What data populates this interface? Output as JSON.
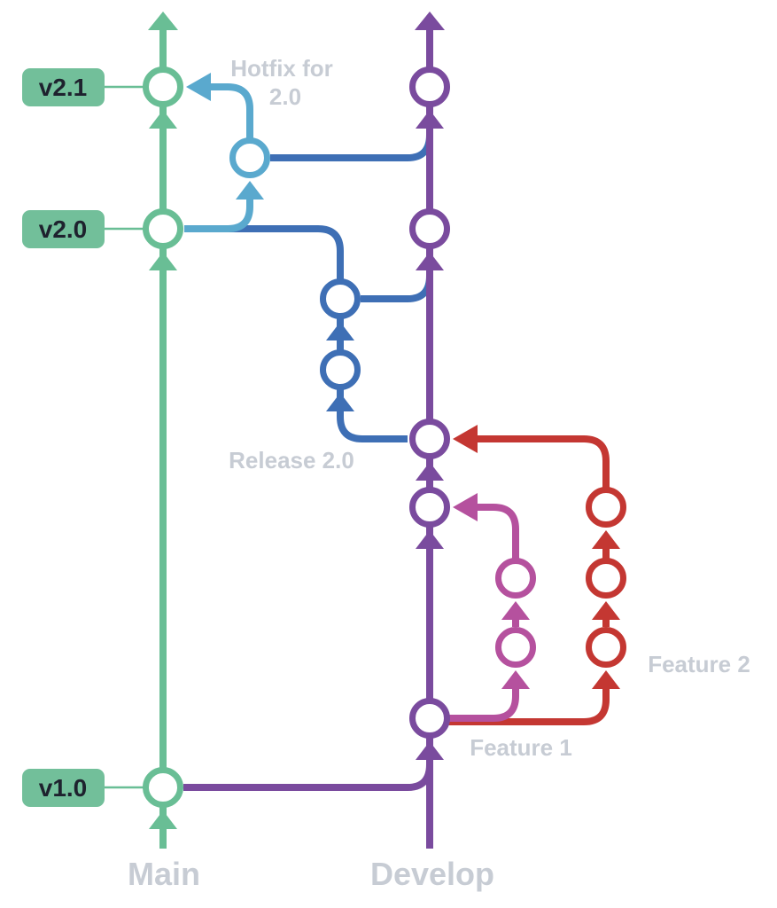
{
  "meta": {
    "description": "Git Flow branching diagram showing Main, Develop, Hotfix, Release and Feature branches with version tags"
  },
  "colors": {
    "main": "#69BE95",
    "develop": "#7A4B9E",
    "hotfix": "#5AA9CE",
    "release": "#3E6FB5",
    "feature1": "#B5519E",
    "feature2": "#C43732",
    "labelGray": "#C7CCD4",
    "tagBg": "#72BF9A",
    "tagText": "#1E222E",
    "nodeFill": "#FFFFFF",
    "background": "#FFFFFF"
  },
  "tags": {
    "v21": "v2.1",
    "v20": "v2.0",
    "v10": "v1.0"
  },
  "labels": {
    "main": "Main",
    "develop": "Develop",
    "hotfix_line1": "Hotfix for",
    "hotfix_line2": "2.0",
    "release": "Release 2.0",
    "feature1": "Feature 1",
    "feature2": "Feature 2"
  },
  "diagram": {
    "branches": [
      {
        "name": "Main",
        "color": "#69BE95",
        "commit_count": 3,
        "tags": [
          "v1.0",
          "v2.0",
          "v2.1"
        ]
      },
      {
        "name": "Develop",
        "color": "#7A4B9E",
        "commit_count": 5
      },
      {
        "name": "Hotfix for 2.0",
        "color": "#5AA9CE",
        "commit_count": 1
      },
      {
        "name": "Release 2.0",
        "color": "#3E6FB5",
        "commit_count": 2
      },
      {
        "name": "Feature 1",
        "color": "#B5519E",
        "commit_count": 2
      },
      {
        "name": "Feature 2",
        "color": "#C43732",
        "commit_count": 3
      }
    ],
    "flows": [
      {
        "from": "main@v2.0",
        "to": "hotfix",
        "type": "branch"
      },
      {
        "from": "hotfix",
        "to": "main@v2.1",
        "type": "merge"
      },
      {
        "from": "hotfix",
        "to": "develop",
        "type": "merge"
      },
      {
        "from": "develop",
        "to": "release-2.0",
        "type": "branch"
      },
      {
        "from": "release-2.0",
        "to": "main@v2.0",
        "type": "merge"
      },
      {
        "from": "release-2.0",
        "to": "develop",
        "type": "merge"
      },
      {
        "from": "main@v1.0",
        "to": "develop",
        "type": "branch"
      },
      {
        "from": "develop",
        "to": "feature-1",
        "type": "branch"
      },
      {
        "from": "feature-1",
        "to": "develop",
        "type": "merge"
      },
      {
        "from": "develop",
        "to": "feature-2",
        "type": "branch"
      },
      {
        "from": "feature-2",
        "to": "develop",
        "type": "merge"
      }
    ]
  }
}
